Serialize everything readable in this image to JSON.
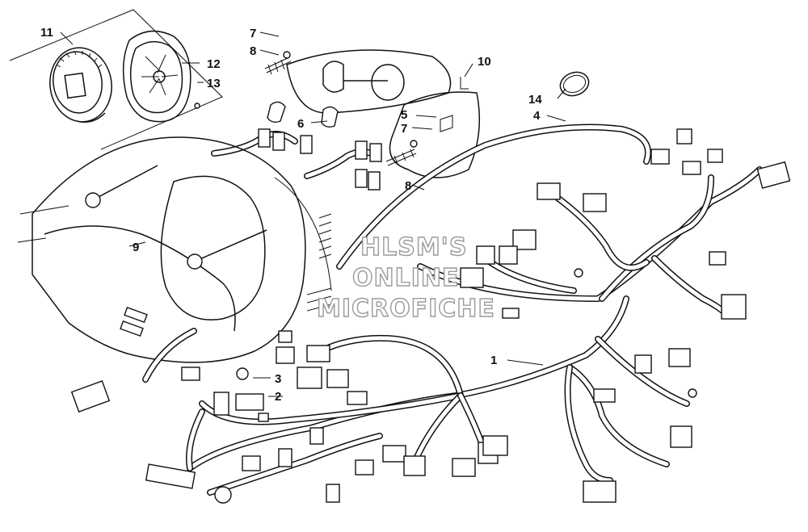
{
  "watermark": {
    "line1": "HLSM'S",
    "line2": "ONLINE",
    "line3": "MICROFICHE"
  },
  "callouts": {
    "c1": "1",
    "c2": "2",
    "c3": "3",
    "c4": "4",
    "c5": "5",
    "c6": "6",
    "c7a": "7",
    "c7b": "7",
    "c8a": "8",
    "c8b": "8",
    "c9": "9",
    "c10": "10",
    "c11": "11",
    "c12": "12",
    "c13": "13",
    "c14": "14"
  }
}
